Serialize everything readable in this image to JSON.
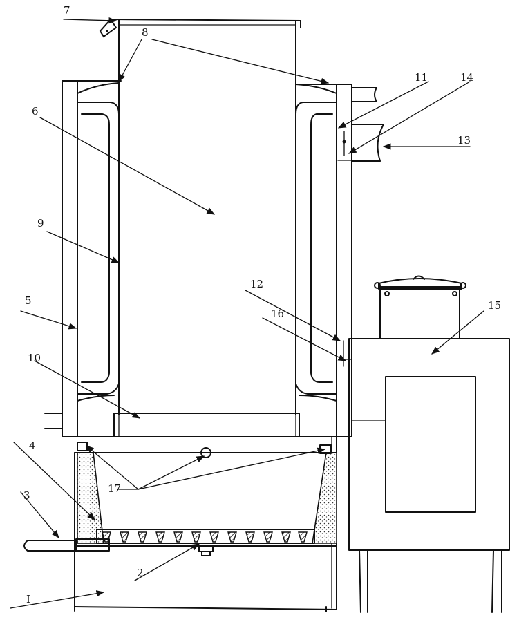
{
  "callouts": [
    {
      "id": "1",
      "text": "I"
    },
    {
      "id": "2",
      "text": "2"
    },
    {
      "id": "3",
      "text": "3"
    },
    {
      "id": "4",
      "text": "4"
    },
    {
      "id": "5",
      "text": "5"
    },
    {
      "id": "6",
      "text": "6"
    },
    {
      "id": "7",
      "text": "7"
    },
    {
      "id": "8",
      "text": "8"
    },
    {
      "id": "9",
      "text": "9"
    },
    {
      "id": "10",
      "text": "10"
    },
    {
      "id": "11",
      "text": "11"
    },
    {
      "id": "12",
      "text": "12"
    },
    {
      "id": "13",
      "text": "13"
    },
    {
      "id": "14",
      "text": "14"
    },
    {
      "id": "15",
      "text": "15"
    },
    {
      "id": "16",
      "text": "16"
    },
    {
      "id": "17",
      "text": "17"
    }
  ]
}
